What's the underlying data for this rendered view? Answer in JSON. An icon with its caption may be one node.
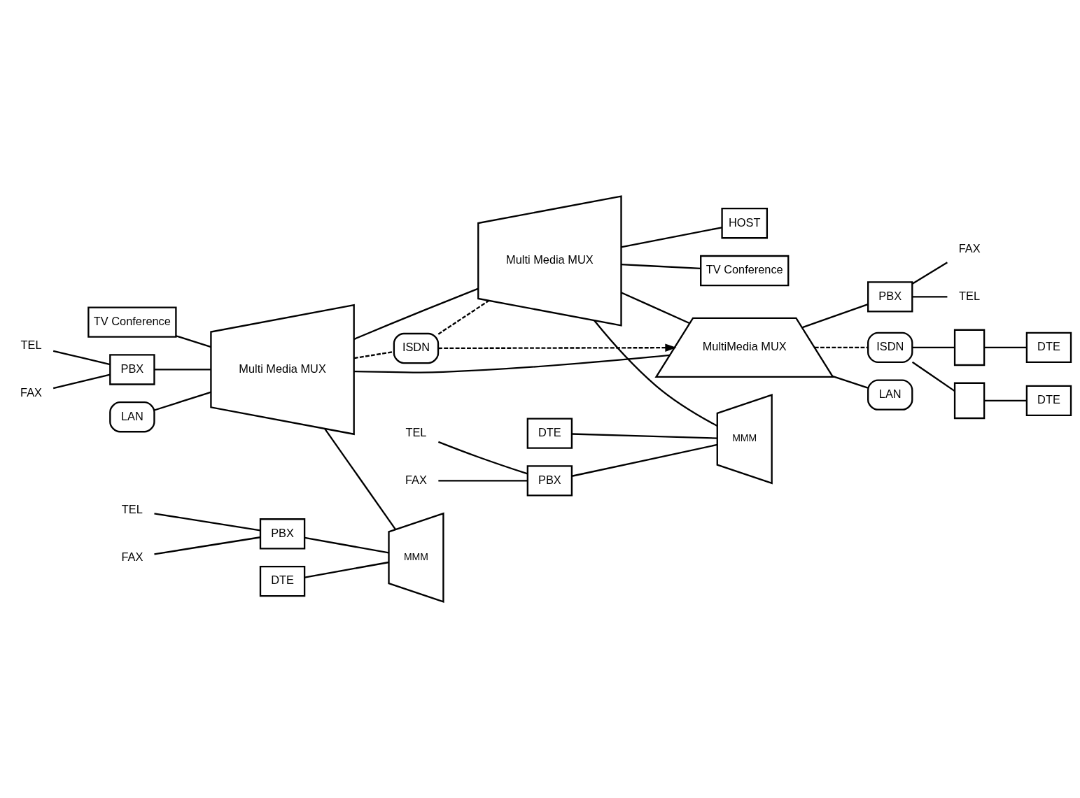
{
  "diagram": {
    "nodes": [
      {
        "text": [
          "TV Conference"
        ]
      },
      {
        "text": [
          "TEL"
        ]
      },
      {
        "text": [
          "FAX"
        ]
      },
      {
        "text": [
          "PBX"
        ]
      },
      {
        "text": [
          "LAN"
        ]
      },
      {
        "text": [
          "Multi Media MUX"
        ]
      },
      {
        "text": [
          "ISDN"
        ]
      },
      {
        "text": [
          "Multi Media MUX"
        ]
      },
      {
        "text": [
          "HOST"
        ]
      },
      {
        "text": [
          "TV Conference"
        ]
      },
      {
        "text": [
          "MMM"
        ]
      },
      {
        "text": [
          "DTE"
        ]
      },
      {
        "text": [
          "FAX"
        ]
      },
      {
        "text": [
          "TEL"
        ]
      },
      {
        "text": [
          "PBX"
        ]
      },
      {
        "text": [
          "MultiMedia MUX"
        ]
      },
      {
        "text": [
          "MMM"
        ]
      },
      {
        "text": [
          "PBX"
        ]
      },
      {
        "text": [
          "TEL"
        ]
      },
      {
        "text": [
          "FAX"
        ]
      },
      {
        "text": [
          "DTE"
        ]
      },
      {
        "text": [
          "PBX"
        ]
      },
      {
        "text": [
          "FAX"
        ]
      },
      {
        "text": [
          "TEL"
        ]
      },
      {
        "text": [
          "ISDN"
        ]
      },
      {
        "text": [
          "LAN"
        ]
      },
      {
        "text": [],
        "shape": "box"
      },
      {
        "text": [],
        "shape": "box"
      },
      {
        "text": [
          "DTE"
        ]
      },
      {
        "text": [
          "DTE"
        ]
      }
    ],
    "edges": [
      {
        "from": 0,
        "to": 5,
        "arrow": "none"
      },
      {
        "from": 1,
        "to": 3,
        "arrow": "none"
      },
      {
        "from": 2,
        "to": 3,
        "arrow": "none"
      },
      {
        "from": 3,
        "to": 5,
        "arrow": "none"
      },
      {
        "from": 4,
        "to": 5,
        "arrow": "none"
      },
      {
        "from": 5,
        "to": 7,
        "arrow": "none"
      },
      {
        "from": 5,
        "to": 6,
        "arrow": "none",
        "style": "dashed"
      },
      {
        "from": 6,
        "to": 7,
        "arrow": "none",
        "style": "dashed"
      },
      {
        "from": 5,
        "to": 15,
        "arrow": "none"
      },
      {
        "from": 7,
        "to": 15,
        "arrow": "none"
      },
      {
        "from": 6,
        "to": 15,
        "arrow": "to",
        "style": "dashed"
      },
      {
        "from": 7,
        "to": 8,
        "arrow": "none"
      },
      {
        "from": 7,
        "to": 9,
        "arrow": "none"
      },
      {
        "from": 5,
        "to": 10,
        "arrow": "none"
      },
      {
        "from": 7,
        "to": 16,
        "arrow": "none"
      },
      {
        "from": 11,
        "to": 10,
        "arrow": "none"
      },
      {
        "from": 14,
        "to": 10,
        "arrow": "none"
      },
      {
        "from": 12,
        "to": 14,
        "arrow": "none"
      },
      {
        "from": 13,
        "to": 14,
        "arrow": "none"
      },
      {
        "from": 17,
        "to": 16,
        "arrow": "none"
      },
      {
        "from": 20,
        "to": 16,
        "arrow": "none"
      },
      {
        "from": 18,
        "to": 17,
        "arrow": "none"
      },
      {
        "from": 19,
        "to": 17,
        "arrow": "none"
      },
      {
        "from": 15,
        "to": 21,
        "arrow": "none"
      },
      {
        "from": 15,
        "to": 24,
        "arrow": "none",
        "style": "dashed"
      },
      {
        "from": 15,
        "to": 25,
        "arrow": "none"
      },
      {
        "from": 21,
        "to": 22,
        "arrow": "none"
      },
      {
        "from": 21,
        "to": 23,
        "arrow": "none"
      },
      {
        "from": 24,
        "to": 26,
        "arrow": "none"
      },
      {
        "from": 24,
        "to": 27,
        "arrow": "none"
      },
      {
        "from": 26,
        "to": 28,
        "arrow": "none"
      },
      {
        "from": 27,
        "to": 29,
        "arrow": "none"
      }
    ]
  }
}
